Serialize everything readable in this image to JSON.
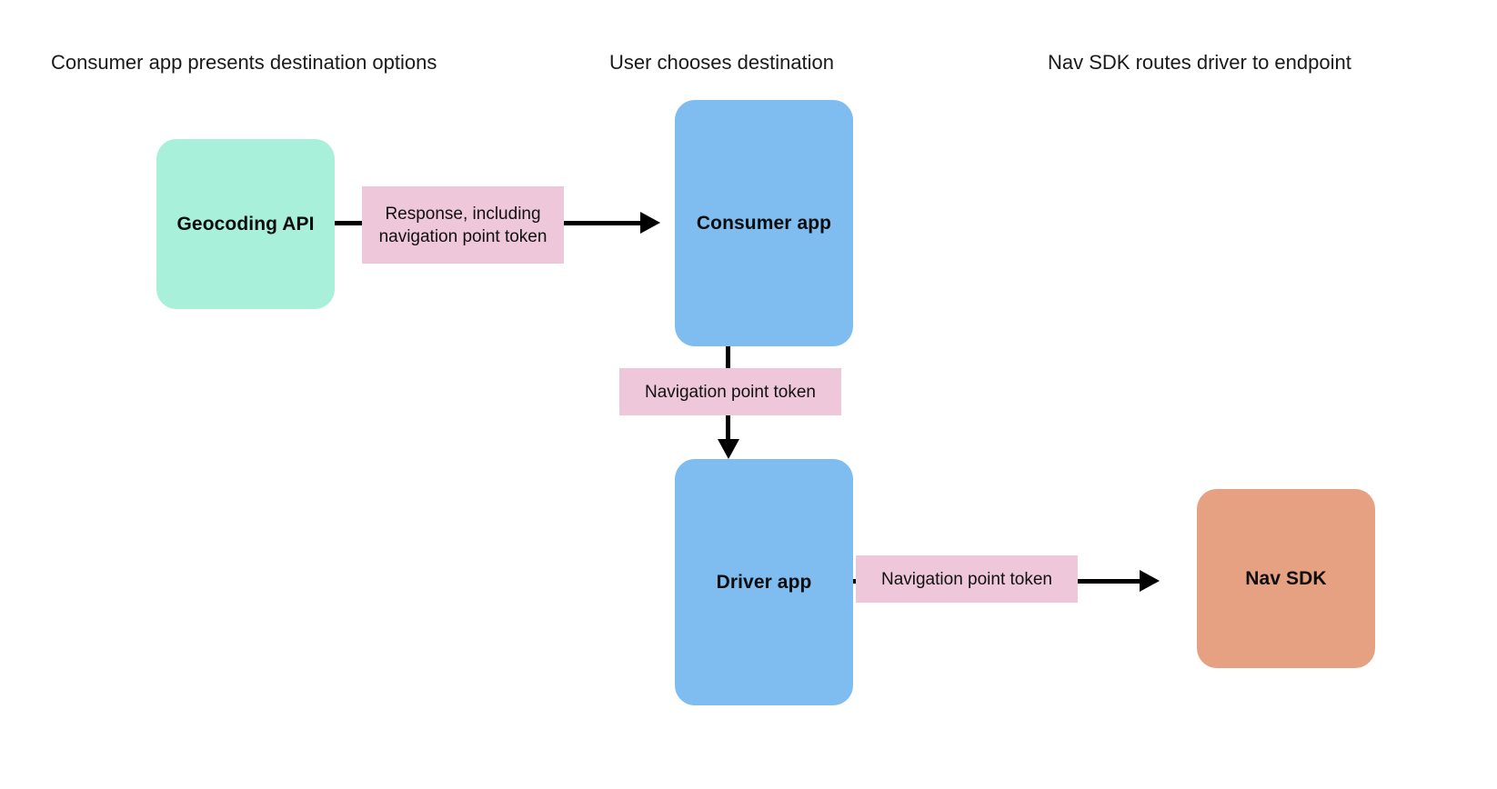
{
  "palette": {
    "background": "#ffffff",
    "node_green": "#a8f0da",
    "node_blue": "#7fbcef",
    "node_orange": "#e6a183",
    "edge_label_pink": "#eec7da",
    "connector_black": "#000000",
    "text_dark": "#111111"
  },
  "column_headers": [
    {
      "id": "consumer-app-presents",
      "label": "Consumer app presents destination options"
    },
    {
      "id": "user-chooses-destination",
      "label": "User chooses destination"
    },
    {
      "id": "nav-sdk-routes-driver",
      "label": "Nav SDK routes driver to endpoint"
    }
  ],
  "nodes": [
    {
      "id": "geocoding-api",
      "label": "Geocoding API",
      "color": "#a8f0da"
    },
    {
      "id": "consumer-app",
      "label": "Consumer app",
      "color": "#7fbcef"
    },
    {
      "id": "driver-app",
      "label": "Driver app",
      "color": "#7fbcef"
    },
    {
      "id": "nav-sdk",
      "label": "Nav SDK",
      "color": "#e6a183"
    }
  ],
  "edge_labels": [
    {
      "id": "response-including-navigation-point-token",
      "label": "Response, including navigation point token",
      "from": "geocoding-api",
      "to": "consumer-app",
      "color": "#eec7da"
    },
    {
      "id": "navigation-point-token-consumer-to-driver",
      "label": "Navigation point token",
      "from": "consumer-app",
      "to": "driver-app",
      "color": "#eec7da"
    },
    {
      "id": "navigation-point-token-driver-to-nav-sdk",
      "label": "Navigation point token",
      "from": "driver-app",
      "to": "nav-sdk",
      "color": "#eec7da"
    }
  ]
}
